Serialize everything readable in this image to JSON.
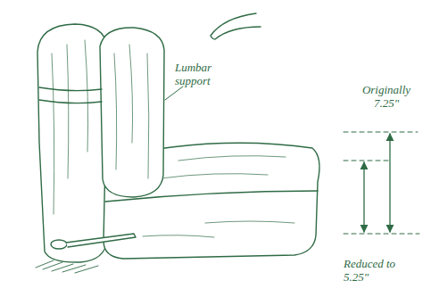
{
  "diagram": {
    "labels": [
      "Lumbar support",
      "Originally 7.25\"",
      "Reduced to 5.25\""
    ]
  }
}
